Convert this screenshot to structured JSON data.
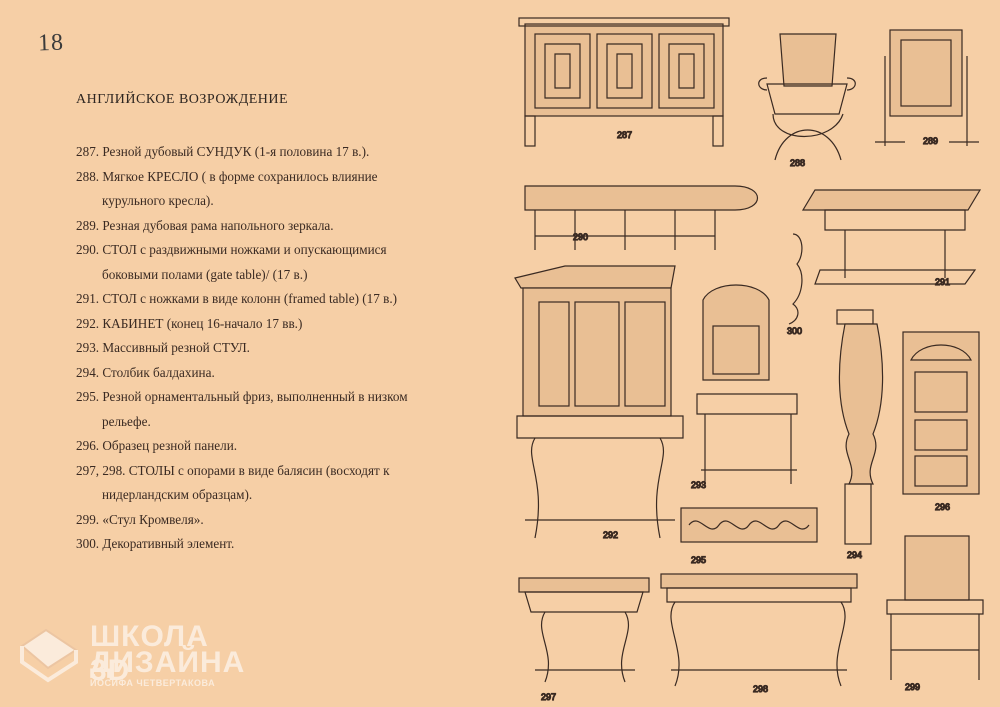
{
  "page_number": "18",
  "heading": "АНГЛИЙСКОЕ ВОЗРОЖДЕНИЕ",
  "items": [
    {
      "text": "287. Резной дубовый СУНДУК (1-я половина 17 в.).",
      "cont": ""
    },
    {
      "text": "288. Мягкое КРЕСЛО ( в форме сохранилось влияние",
      "cont": "курульного кресла)."
    },
    {
      "text": "289. Резная дубовая рама напольного зеркала.",
      "cont": ""
    },
    {
      "text": "290. СТОЛ с раздвижными ножками и опускающимися",
      "cont": "боковыми полами (gate table)/ (17 в.)"
    },
    {
      "text": "291. СТОЛ с ножками в виде колонн (framed table) (17 в.)",
      "cont": ""
    },
    {
      "text": "292. КАБИНЕТ (конец 16-начало 17 вв.)",
      "cont": ""
    },
    {
      "text": "293. Массивный резной СТУЛ.",
      "cont": ""
    },
    {
      "text": "294. Столбик балдахина.",
      "cont": ""
    },
    {
      "text": "295. Резной орнаментальный фриз, выполненный в низком",
      "cont": "рельефе."
    },
    {
      "text": "296. Образец резной панели.",
      "cont": ""
    },
    {
      "text": "297, 298. СТОЛЫ с опорами в виде балясин (восходят к",
      "cont": "нидерландским образцам)."
    },
    {
      "text": "299. «Стул Кромвеля».",
      "cont": ""
    },
    {
      "text": "300. Декоративный элемент.",
      "cont": ""
    }
  ],
  "plate_labels": {
    "p287": "287",
    "p288": "288",
    "p289": "289",
    "p290": "290",
    "p291": "291",
    "p292": "292",
    "p293": "293",
    "p294": "294",
    "p295": "295",
    "p296": "296",
    "p297": "297",
    "p298": "298",
    "p299": "299",
    "p300": "300"
  },
  "watermark": {
    "line1": "ШКОЛА 3D",
    "line2": "ДИЗАЙНА",
    "line3": "ИОСИФА ЧЕТВЕРТАКОВА"
  },
  "colors": {
    "paper": "#f6cfa6",
    "ink": "#3a2a22"
  }
}
